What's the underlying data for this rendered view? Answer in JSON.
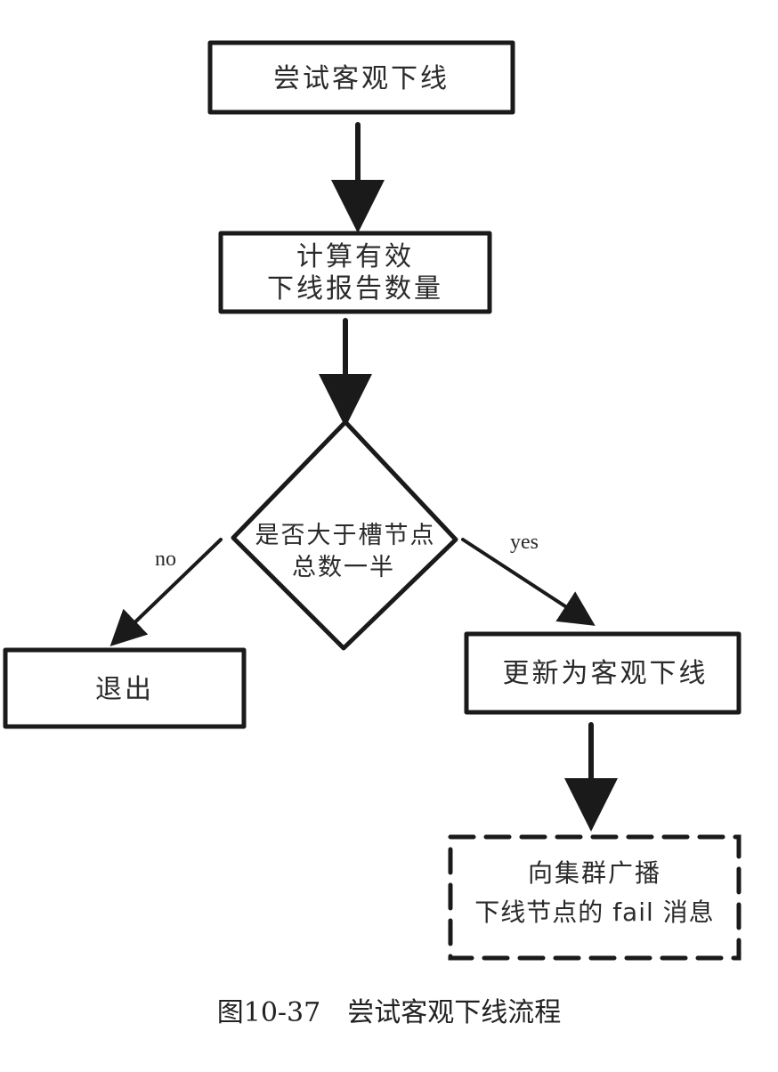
{
  "nodes": {
    "start": {
      "label": "尝试客观下线"
    },
    "compute": {
      "lines": [
        "计算有效",
        "下线报告数量"
      ]
    },
    "decision": {
      "lines": [
        "是否大于槽节点",
        "总数一半"
      ]
    },
    "exit": {
      "label": "退出"
    },
    "mark": {
      "label": "更新为客观下线"
    },
    "broadcast": {
      "lines": [
        "向集群广播",
        "下线节点的 fail 消息"
      ]
    }
  },
  "edges": {
    "no_label": "no",
    "yes_label": "yes"
  },
  "caption": "图10-37　尝试客观下线流程"
}
